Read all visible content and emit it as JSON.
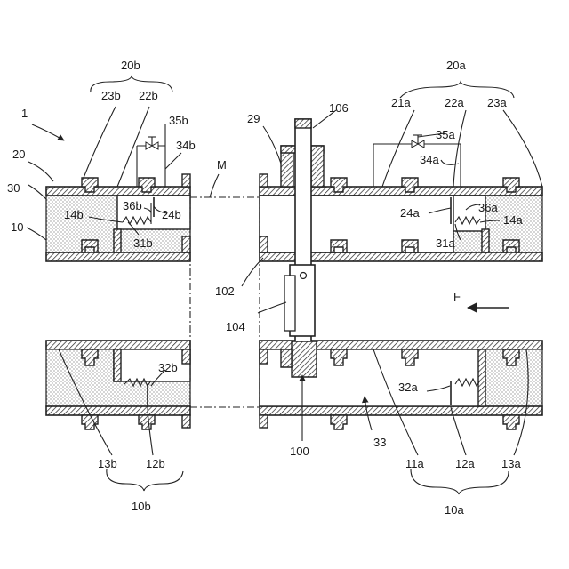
{
  "labels": {
    "l1": "1",
    "l10": "10",
    "l20": "20",
    "l30": "30",
    "l20b": "20b",
    "l20a": "20a",
    "l23b": "23b",
    "l22b": "22b",
    "l35b": "35b",
    "l34b": "34b",
    "l14b": "14b",
    "l36b": "36b",
    "l24b": "24b",
    "l31b": "31b",
    "lM": "M",
    "l29": "29",
    "l106": "106",
    "l21a": "21a",
    "l22a": "22a",
    "l23a": "23a",
    "l35a": "35a",
    "l34a": "34a",
    "l24a": "24a",
    "l36a": "36a",
    "l14a": "14a",
    "l31a": "31a",
    "l102": "102",
    "l104": "104",
    "lF": "F",
    "l32b": "32b",
    "l32a": "32a",
    "l33": "33",
    "l100": "100",
    "l13b": "13b",
    "l12b": "12b",
    "l10b": "10b",
    "l11a": "11a",
    "l12a": "12a",
    "l13a": "13a",
    "l10a": "10a"
  }
}
